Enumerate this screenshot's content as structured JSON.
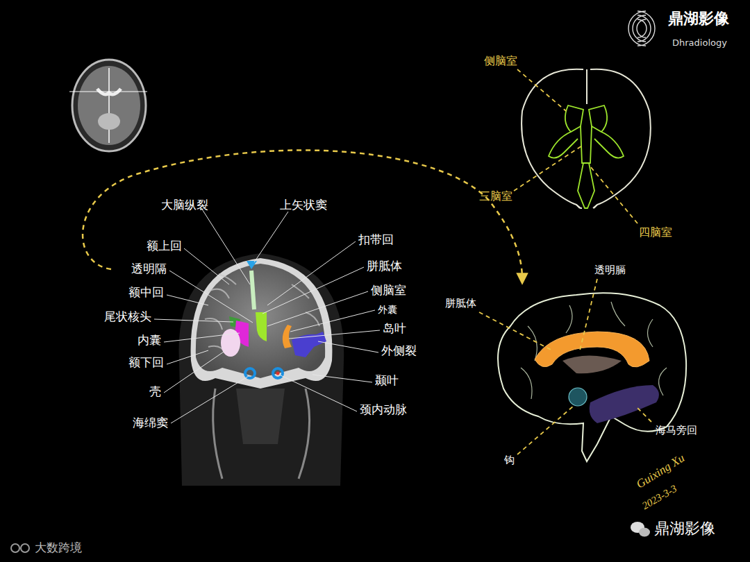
{
  "diagram": {
    "labels": [
      "鼎湖影像",
      "Dhradiology",
      "侧脑室",
      "三脑室",
      "四脑室",
      "大脑纵裂",
      "上矢状窦",
      "额上回",
      "扣带回",
      "透明隔",
      "胼胝体",
      "额中回",
      "侧脑室",
      "外囊",
      "尾状核头",
      "岛叶",
      "内囊",
      "外侧裂",
      "额下回",
      "颞叶",
      "壳",
      "颈内动脉",
      "海绵窦",
      "透明膈",
      "胼胝体",
      "海马旁回",
      "钩",
      "Guixing Xu",
      "2023-3-3",
      "鼎湖影像",
      "大数跨境"
    ]
  }
}
